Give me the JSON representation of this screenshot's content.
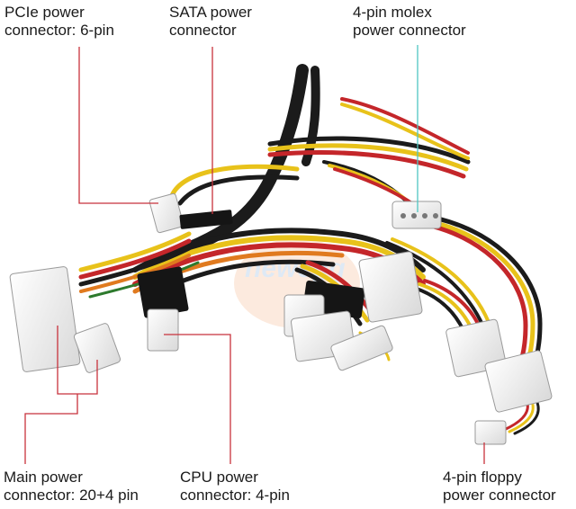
{
  "labels": {
    "pcie": {
      "line1": "PCIe power",
      "line2": "connector: 6-pin"
    },
    "sata": {
      "line1": "SATA power",
      "line2": "connector"
    },
    "molex": {
      "line1": "4-pin molex",
      "line2": "power connector"
    },
    "main": {
      "line1": "Main power",
      "line2": "connector: 20+4 pin"
    },
    "cpu": {
      "line1": "CPU power",
      "line2": "connector: 4-pin"
    },
    "floppy": {
      "line1": "4-pin floppy",
      "line2": "power connector"
    }
  },
  "watermark": "newegg",
  "colors": {
    "leader_red": "#c8323c",
    "leader_cyan": "#4fc6c2",
    "wire_black": "#1b1b1b",
    "wire_yellow": "#e8c21a",
    "wire_red": "#c4262a",
    "wire_orange": "#e07a1f",
    "connector_white": "#f3f3f3",
    "connector_black": "#151515"
  }
}
